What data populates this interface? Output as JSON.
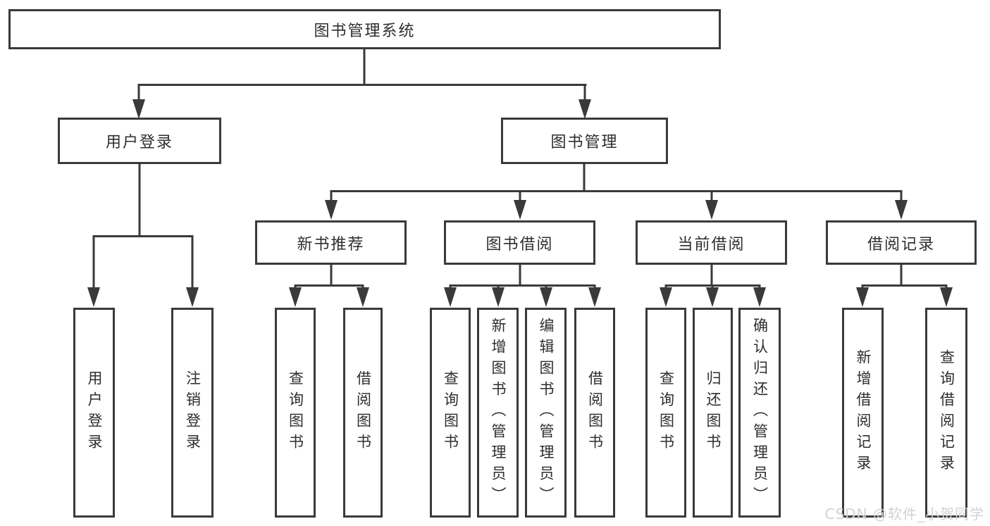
{
  "title": {
    "label": "图书管理系统"
  },
  "groups": {
    "user_login": {
      "label": "用户登录",
      "children": [
        {
          "label": "用户登录"
        },
        {
          "label": "注销登录"
        }
      ]
    },
    "book_management": {
      "label": "图书管理",
      "sections": [
        {
          "label": "新书推荐",
          "children": [
            {
              "label": "查询图书"
            },
            {
              "label": "借阅图书"
            }
          ]
        },
        {
          "label": "图书借阅",
          "children": [
            {
              "label": "查询图书"
            },
            {
              "label": "新增图书（管理员）"
            },
            {
              "label": "编辑图书（管理员）"
            },
            {
              "label": "借阅图书"
            }
          ]
        },
        {
          "label": "当前借阅",
          "children": [
            {
              "label": "查询图书"
            },
            {
              "label": "归还图书"
            },
            {
              "label": "确认归还（管理员）"
            }
          ]
        },
        {
          "label": "借阅记录",
          "children": [
            {
              "label": "新增借阅记录"
            },
            {
              "label": "查询借阅记录"
            }
          ]
        }
      ]
    }
  },
  "watermark": {
    "text": "CSDN @软件_小贺同学"
  },
  "colors": {
    "line": "#3a3a3a",
    "text": "#2e2e2e",
    "background": "#ffffff",
    "watermark": "#d2d2d2"
  }
}
